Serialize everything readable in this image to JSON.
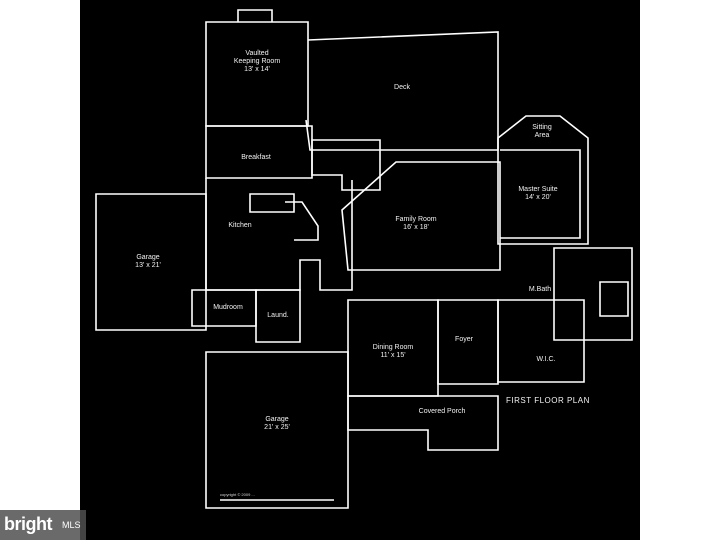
{
  "plan": {
    "title": "FIRST FLOOR PLAN",
    "copyright": "copyright © 2009 ...",
    "rooms": [
      {
        "id": "vaulted-keeping-room",
        "name": "Vaulted\nKeeping Room",
        "dims": "13' x 14'"
      },
      {
        "id": "deck",
        "name": "Deck",
        "dims": ""
      },
      {
        "id": "sitting-area",
        "name": "Sitting\nArea",
        "dims": ""
      },
      {
        "id": "breakfast",
        "name": "Breakfast",
        "dims": ""
      },
      {
        "id": "master-suite",
        "name": "Master Suite",
        "dims": "14' x 20'"
      },
      {
        "id": "family-room",
        "name": "Family Room",
        "dims": "16' x 18'"
      },
      {
        "id": "kitchen",
        "name": "Kitchen",
        "dims": ""
      },
      {
        "id": "garage-left",
        "name": "Garage",
        "dims": "13' x 21'"
      },
      {
        "id": "mudroom",
        "name": "Mudroom",
        "dims": ""
      },
      {
        "id": "laund",
        "name": "Laund.",
        "dims": ""
      },
      {
        "id": "m-bath",
        "name": "M.Bath",
        "dims": ""
      },
      {
        "id": "wic",
        "name": "W.I.C.",
        "dims": ""
      },
      {
        "id": "dining-room",
        "name": "Dining Room",
        "dims": "11' x 15'"
      },
      {
        "id": "foyer",
        "name": "Foyer",
        "dims": ""
      },
      {
        "id": "covered-porch",
        "name": "Covered Porch",
        "dims": ""
      },
      {
        "id": "garage-main",
        "name": "Garage",
        "dims": "21' x 25'"
      }
    ]
  },
  "watermark": {
    "brand": "bright",
    "suffix": "MLS"
  },
  "colors": {
    "background": "#000000",
    "lines": "#ffffff",
    "page": "#ffffff"
  }
}
